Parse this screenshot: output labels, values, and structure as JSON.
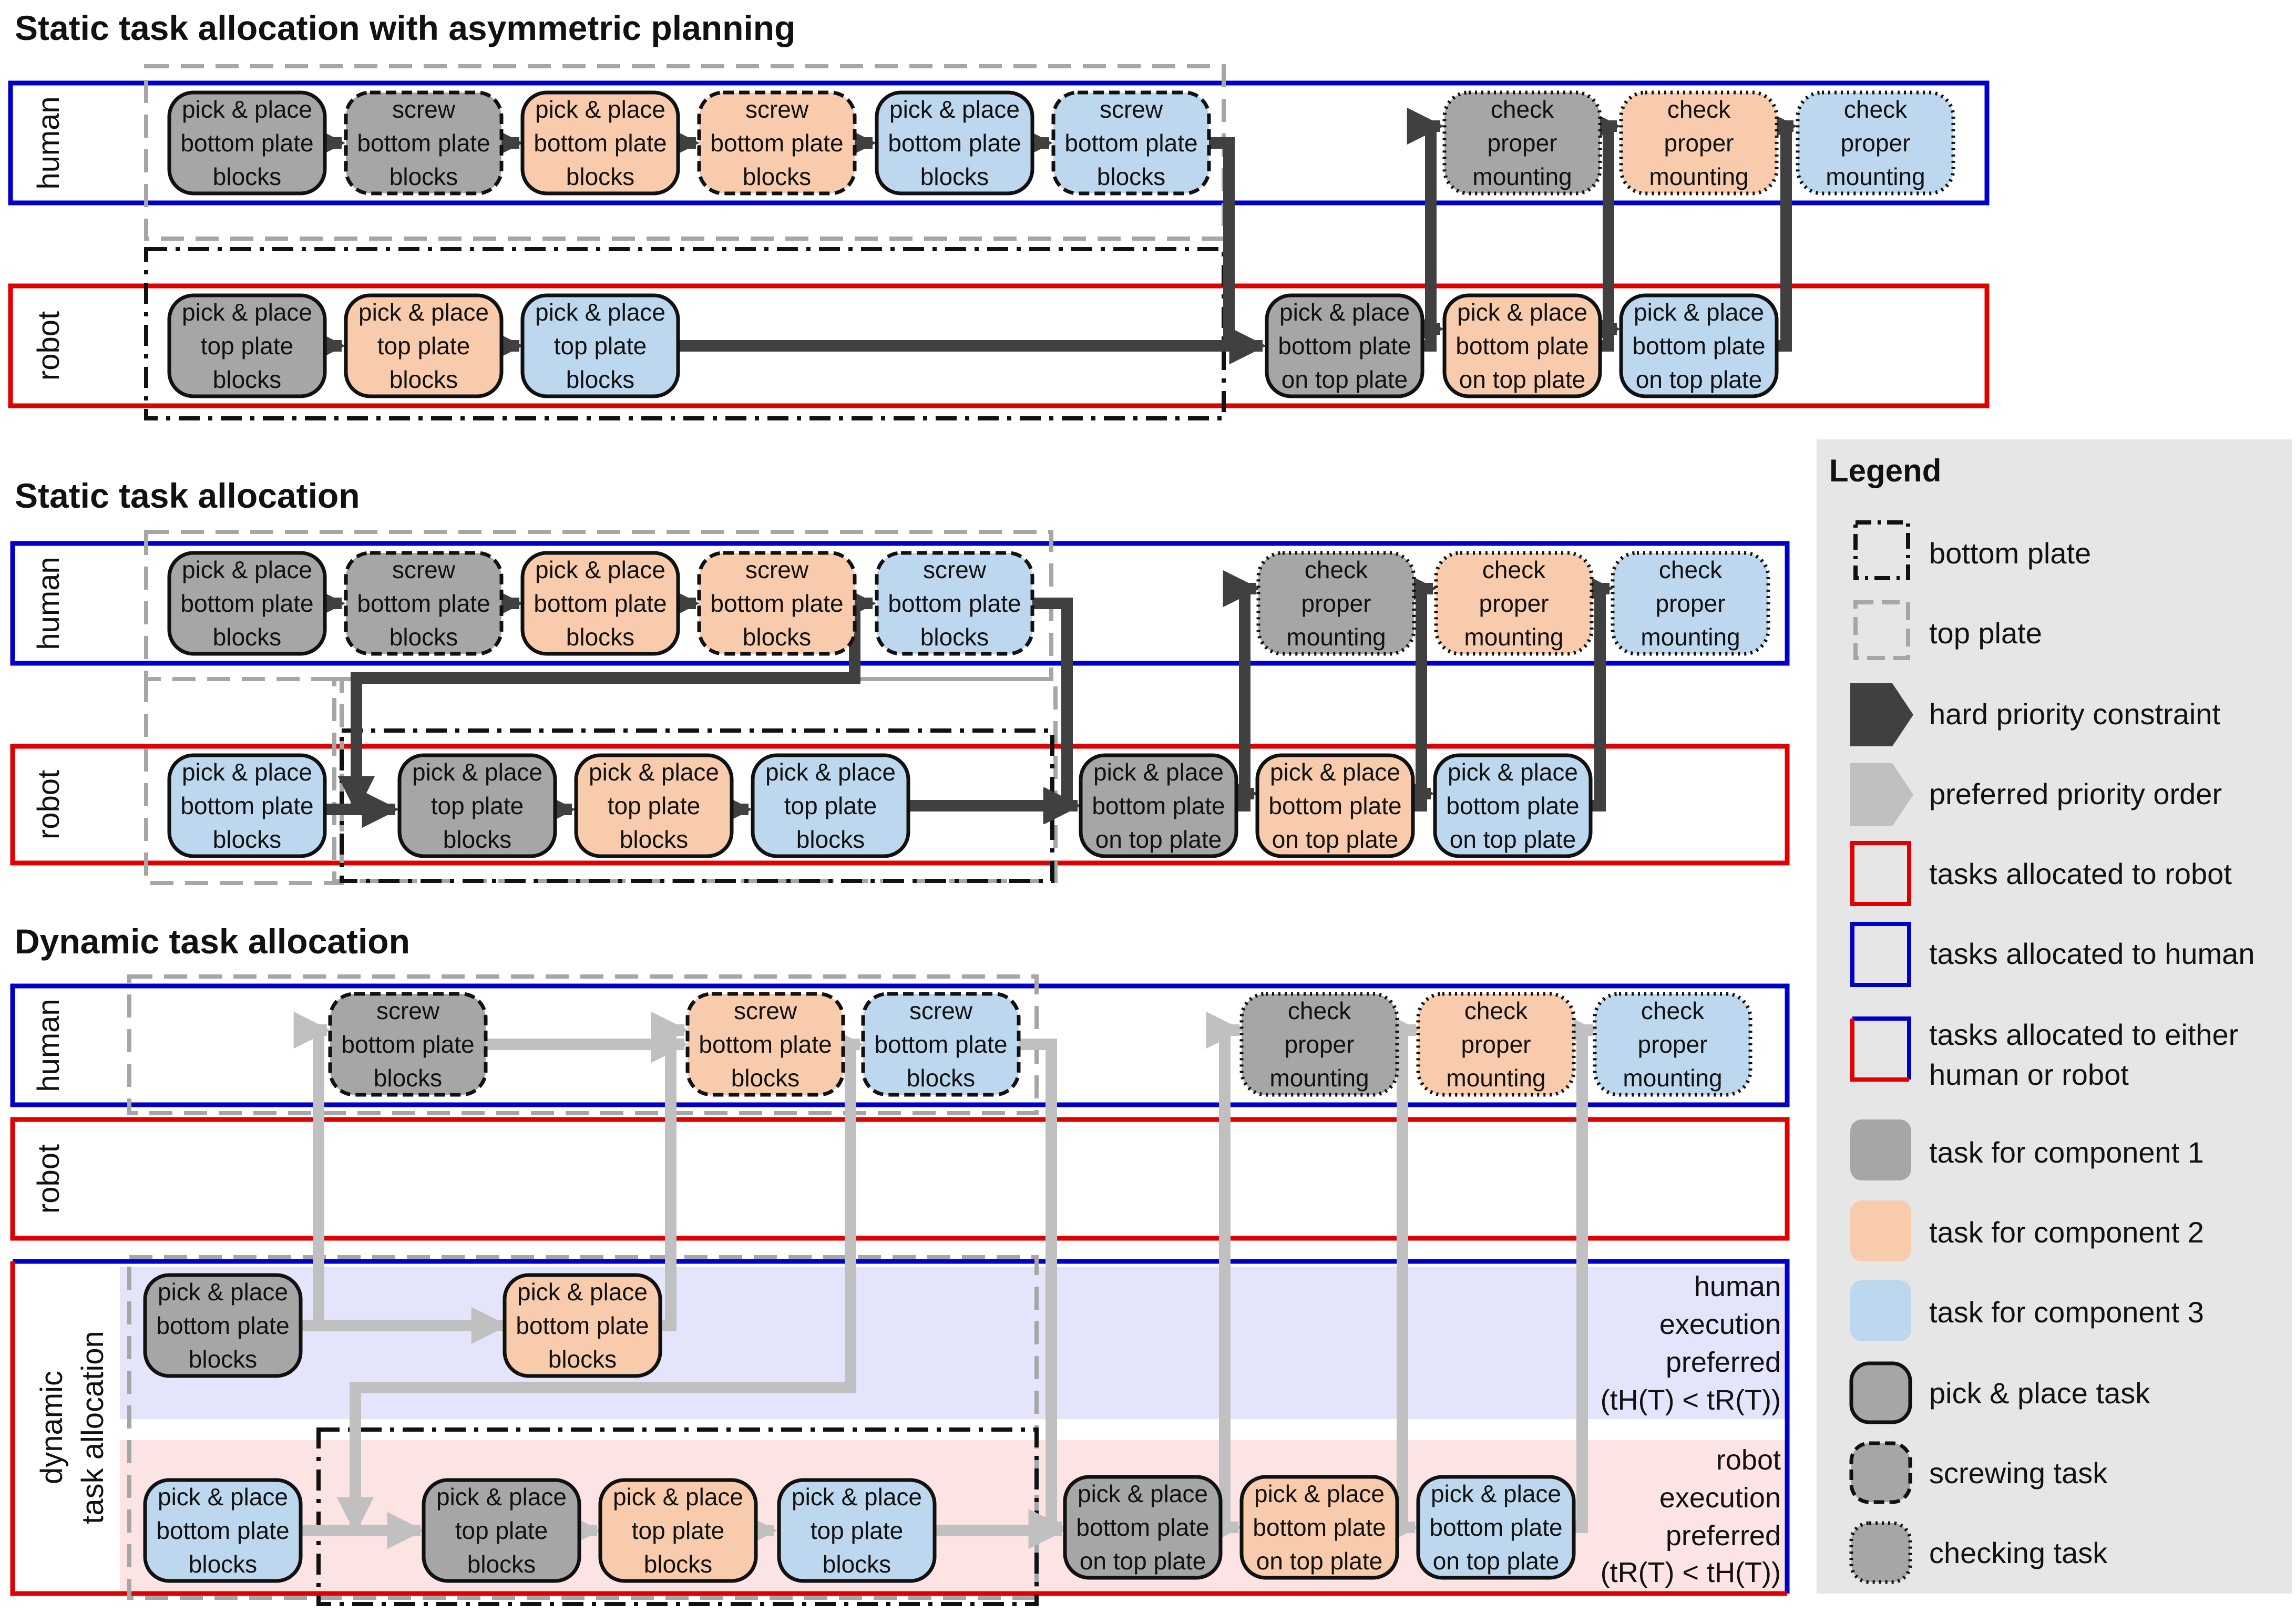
{
  "titles": {
    "asym": "Static task allocation with asymmetric planning",
    "static": "Static task allocation",
    "dynamic": "Dynamic task allocation"
  },
  "lanes": {
    "human": "human",
    "robot": "robot",
    "dynamic_line1": "dynamic",
    "dynamic_line2": "task allocation"
  },
  "tasks": {
    "pp_bottom": [
      "pick & place",
      "bottom plate",
      "blocks"
    ],
    "screw_bottom": [
      "screw",
      "bottom plate",
      "blocks"
    ],
    "pp_top": [
      "pick & place",
      "top plate",
      "blocks"
    ],
    "pp_bottom_on_top": [
      "pick & place",
      "bottom plate",
      "on top plate"
    ],
    "check": [
      "check",
      "proper",
      "mounting"
    ]
  },
  "preferences": {
    "human_lines": [
      "human",
      "execution",
      "preferred",
      "(tH(T) < tR(T))"
    ],
    "robot_lines": [
      "robot",
      "execution",
      "preferred",
      "(tR(T) < tH(T))"
    ]
  },
  "legend": {
    "title": "Legend",
    "items": [
      "bottom plate",
      "top plate",
      "hard priority constraint",
      "preferred priority order",
      "tasks allocated to robot",
      "tasks allocated to human",
      "tasks allocated to either human or robot",
      "task for component 1",
      "task for component 2",
      "task for component 3",
      "pick & place task",
      "screwing task",
      "checking task"
    ]
  },
  "colors": {
    "component_1": "#a6a6a6",
    "component_2": "#f8cbad",
    "component_3": "#bdd7ee",
    "robot_border": "#e00000",
    "human_border": "#0000cc",
    "hard_arrow": "#404040",
    "preferred_arrow": "#c0c0c0",
    "human_pref_bg": "#e4e4fb",
    "robot_pref_bg": "#fde4e4",
    "legend_bg": "#e6e6e6"
  }
}
